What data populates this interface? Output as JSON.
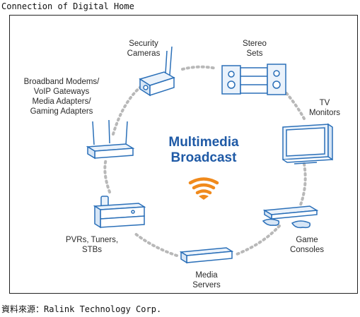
{
  "header": {
    "title": "Connection of Digital Home"
  },
  "footer": {
    "source": "資料來源：Ralink Technology Corp."
  },
  "diagram": {
    "center": {
      "line1": "Multimedia",
      "line2": "Broadcast"
    },
    "nodes": [
      {
        "id": "security",
        "lines": [
          "Security",
          "Cameras"
        ]
      },
      {
        "id": "stereo",
        "lines": [
          "Stereo",
          "Sets"
        ]
      },
      {
        "id": "tv",
        "lines": [
          "TV",
          "Monitors"
        ]
      },
      {
        "id": "game",
        "lines": [
          "Game",
          "Consoles"
        ]
      },
      {
        "id": "media",
        "lines": [
          "Media",
          "Servers"
        ]
      },
      {
        "id": "pvr",
        "lines": [
          "PVRs, Tuners,",
          "STBs"
        ]
      },
      {
        "id": "broadband",
        "lines": [
          "Broadband Modems/",
          "VoIP Gateways",
          "Media Adapters/",
          "Gaming Adapters"
        ]
      }
    ]
  },
  "colors": {
    "accent_blue": "#1f5aa6",
    "broadcast_orange": "#f08a1c",
    "device_blue": "#2a6fb8",
    "dots": "#b8b8b8"
  }
}
